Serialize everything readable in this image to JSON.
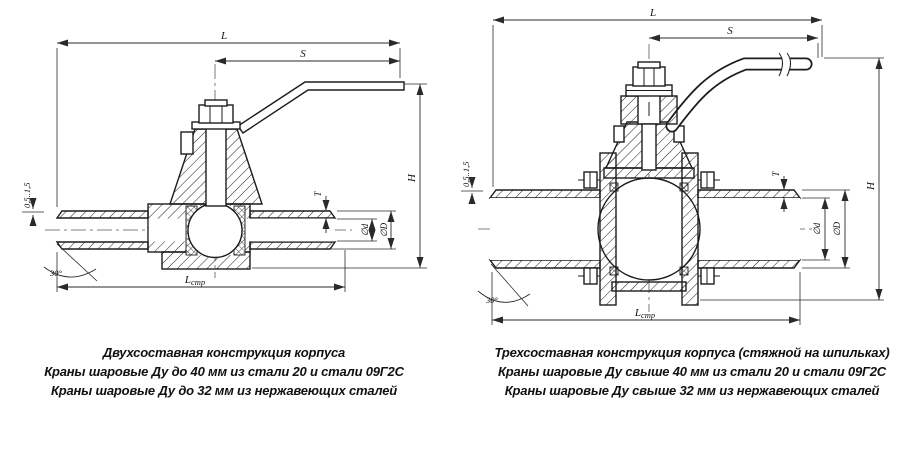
{
  "page": {
    "background": "#ffffff",
    "line_color": "#1c1c1c"
  },
  "left_drawing": {
    "dims": {
      "length": "L",
      "handle_span": "S",
      "height": "H",
      "wall_thickness": "T",
      "bore_diameter": "∅d",
      "outer_diameter": "∅D",
      "build_length_main": "L",
      "build_length_sub": "стр",
      "chamfer_angle": "30°",
      "weld_edge_gap": "0,5..1,5"
    },
    "caption": [
      "Двухсоставная конструкция корпуса",
      "Краны шаровые Ду до 40 мм из стали 20 и стали 09Г2С",
      "Краны шаровые Ду до 32 мм из нержавеющих сталей"
    ]
  },
  "right_drawing": {
    "dims": {
      "length": "L",
      "handle_span": "S",
      "height": "H",
      "wall_thickness": "T",
      "bore_diameter": "∅d",
      "outer_diameter": "∅D",
      "build_length_main": "L",
      "build_length_sub": "стр",
      "chamfer_angle": "30°",
      "weld_edge_gap": "0,5..1,5"
    },
    "caption": [
      "Трехсоставная конструкция корпуса (стяжной на шпильках)",
      "Краны шаровые Ду свыше 40 мм из стали 20 и стали 09Г2С",
      "Краны шаровые Ду свыше 32 мм из нержавеющих сталей"
    ]
  }
}
